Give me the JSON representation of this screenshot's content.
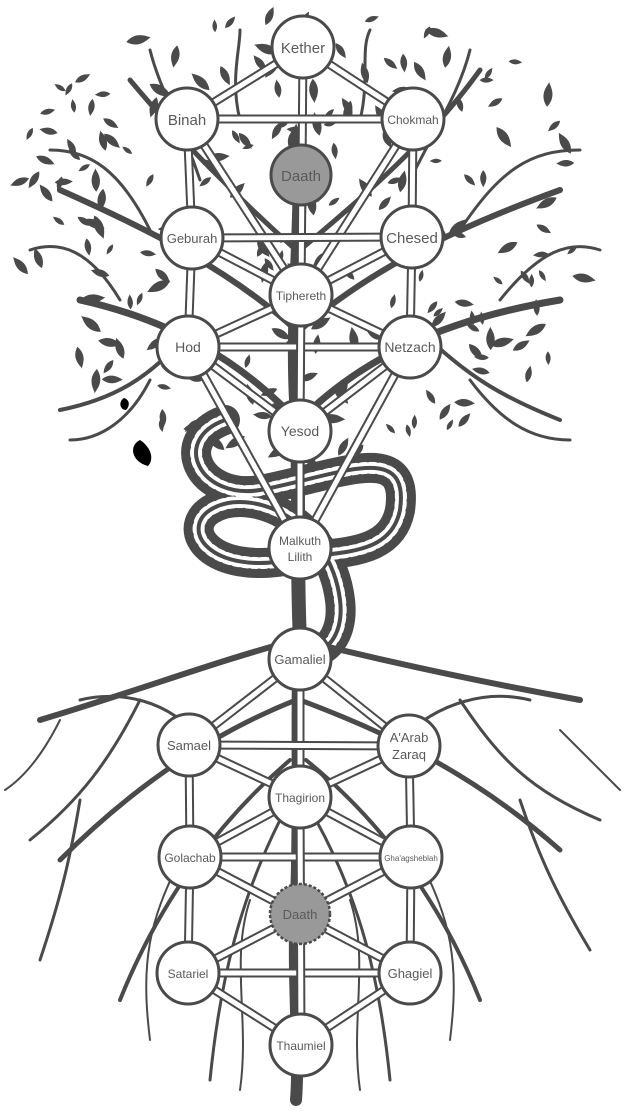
{
  "colors": {
    "tree": "#4a4a4a",
    "node_fill": "#ffffff",
    "node_stroke": "#4a4a4a",
    "daath_fill": "#999999",
    "label": "#5a5a5a",
    "path_fill": "#ffffff"
  },
  "upper": {
    "kether": "Kether",
    "binah": "Binah",
    "chokmah": "Chokmah",
    "daath": "Daath",
    "geburah": "Geburah",
    "chesed": "Chesed",
    "tiphereth": "Tiphereth",
    "hod": "Hod",
    "netzach": "Netzach",
    "yesod": "Yesod",
    "malkuth": [
      "Malkuth",
      "Lilith"
    ]
  },
  "lower": {
    "gamaliel": "Gamaliel",
    "samael": "Samael",
    "arab_zaraq": [
      "A'Arab",
      "Zaraq"
    ],
    "thagirion": "Thagirion",
    "golachab": "Golachab",
    "ghaagsheblah": "Gha'agsheblah",
    "daath": "Daath",
    "satariel": "Satariel",
    "ghagiel": "Ghagiel",
    "thaumiel": "Thaumiel"
  }
}
